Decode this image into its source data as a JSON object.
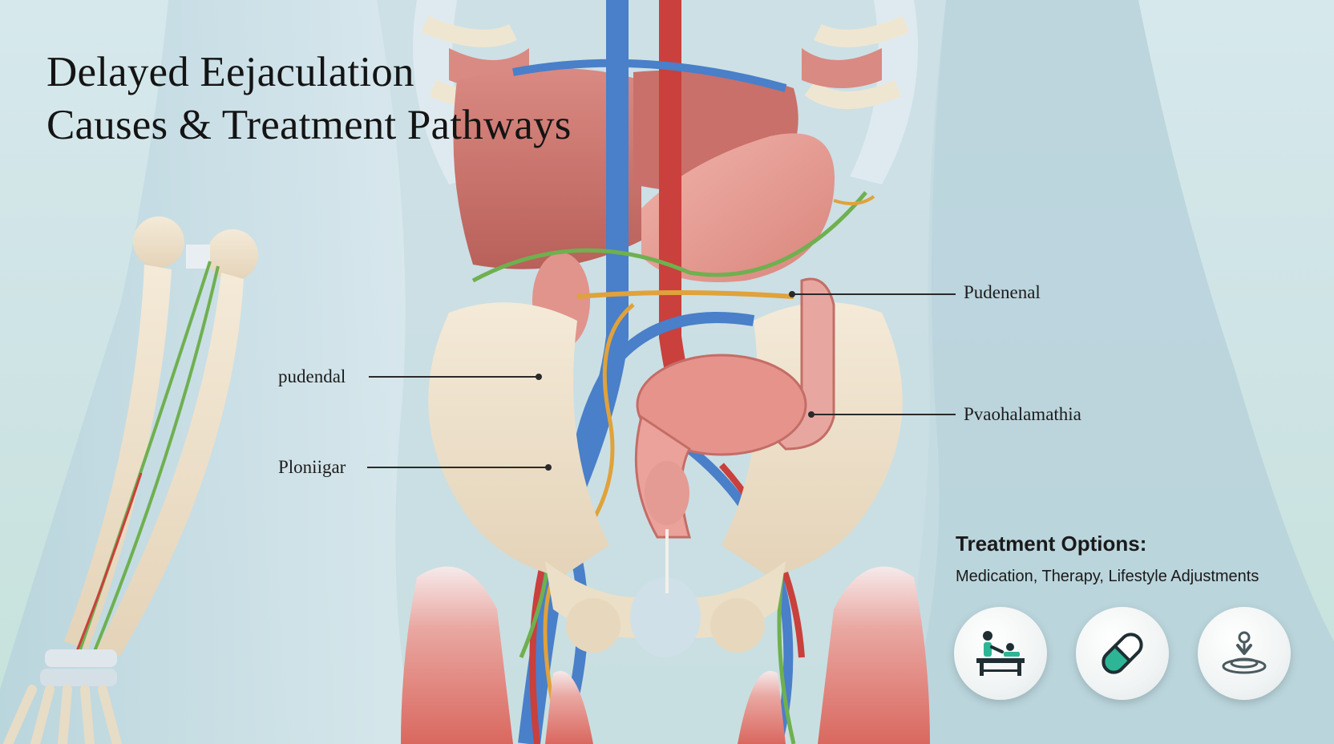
{
  "title": {
    "line1": "Delayed Eejaculation",
    "line2": "Causes & Treatment Pathways"
  },
  "callouts": {
    "right_top": "Pudenenal",
    "left_top": "pudendal",
    "right_bottom": "Pvaohalamathia",
    "left_bottom": "Ploniigar"
  },
  "treatment": {
    "heading": "Treatment Options:",
    "list": "Medication, Therapy, Lifestyle Adjustments",
    "icons": [
      "therapy-icon",
      "medication-icon",
      "lifestyle-icon"
    ]
  },
  "colors": {
    "vein": "#4a7fc9",
    "artery": "#c9403c",
    "nerve_green": "#6fb04f",
    "nerve_orange": "#e0a23a",
    "bone": "#efe4cf",
    "organ": "#cf7b74",
    "muscle": "#e0847c",
    "icon_teal": "#2eb596"
  }
}
